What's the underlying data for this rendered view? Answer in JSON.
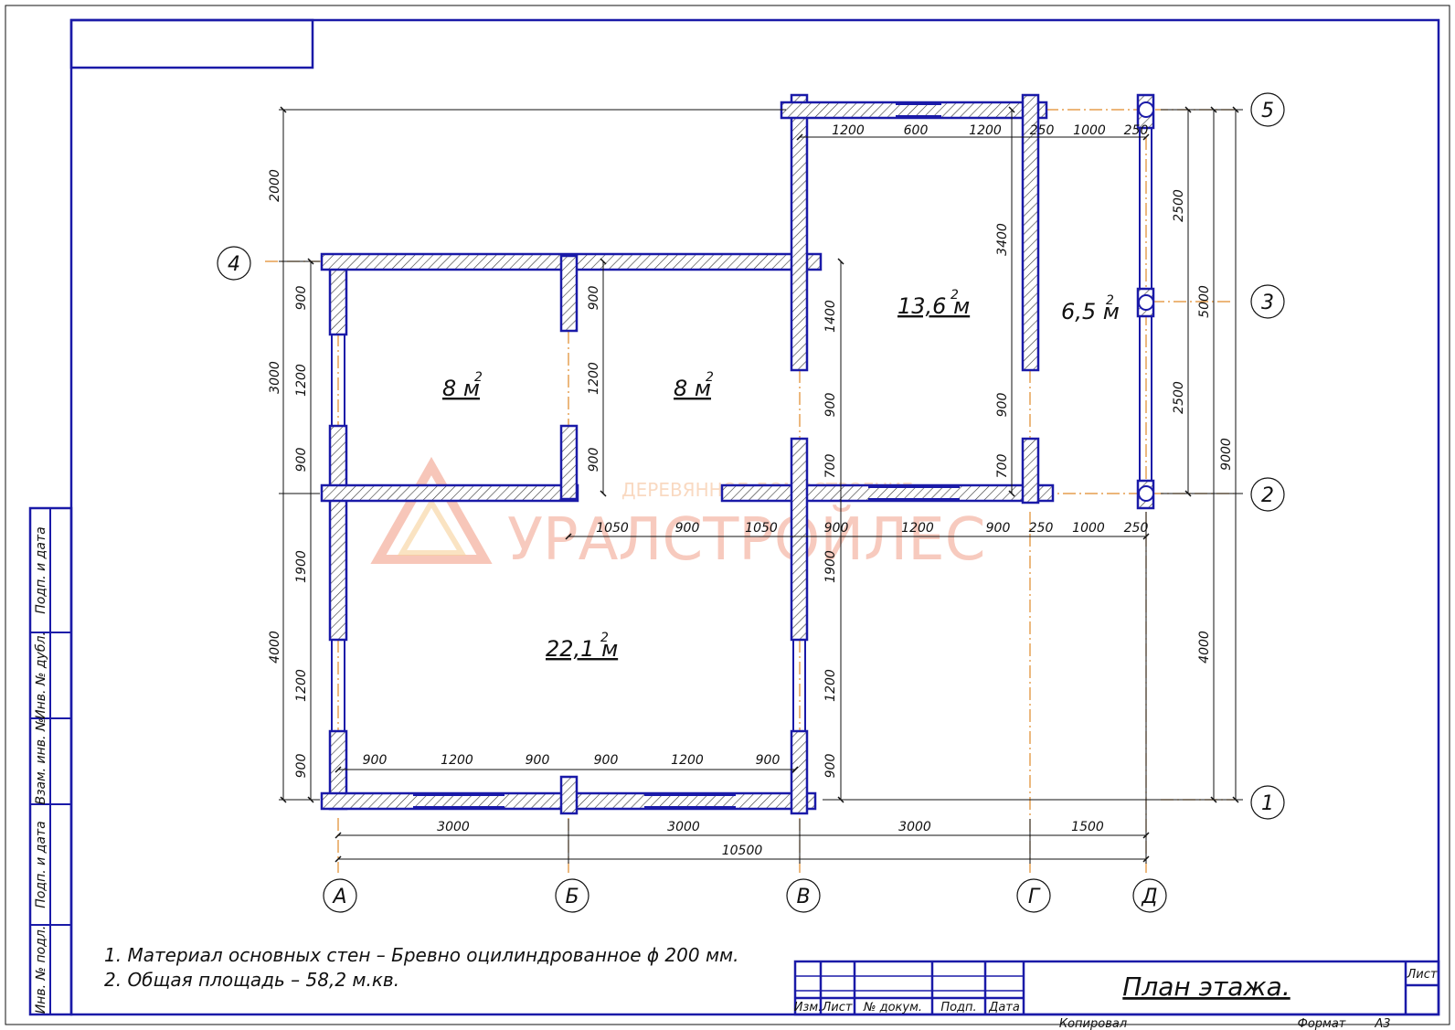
{
  "drawing": {
    "title": "План этажа.",
    "sheet_label": "Лист",
    "copied_label": "Копировал",
    "format_label": "Формат",
    "format_value": "А3"
  },
  "notes": [
    "1. Материал основных стен – Бревно оцилиндрованное ϕ 200 мм.",
    "2. Общая площадь – 58,2 м.кв."
  ],
  "title_block_headers": [
    "Изм.",
    "Лист",
    "№ докум.",
    "Подп.",
    "Дата"
  ],
  "side_stamps": [
    "Подп. и дата",
    "Инв. № дубл.",
    "Взам. инв. №",
    "Подп. и дата",
    "Инв. № подл."
  ],
  "axes_letters": [
    "А",
    "Б",
    "В",
    "Г",
    "Д"
  ],
  "axes_numbers": [
    "1",
    "2",
    "3",
    "4",
    "5"
  ],
  "rooms": [
    {
      "area": "8 м",
      "sup": "2"
    },
    {
      "area": "8 м",
      "sup": "2"
    },
    {
      "area": "13,6 м",
      "sup": "2"
    },
    {
      "area": "6,5 м",
      "sup": "2"
    },
    {
      "area": "22,1 м",
      "sup": "2"
    }
  ],
  "dimensions": {
    "bottom_spans": [
      "3000",
      "3000",
      "3000",
      "1500"
    ],
    "bottom_total": "10500",
    "bottom_openings": [
      "900",
      "1200",
      "900",
      "900",
      "1200",
      "900"
    ],
    "middle_chain": [
      "1050",
      "900",
      "1050",
      "900",
      "1200",
      "900",
      "250",
      "1000",
      "250"
    ],
    "top_chain": [
      "1200",
      "600",
      "1200",
      "250",
      "1000",
      "250"
    ],
    "left_outer": [
      "2000",
      "3000",
      "4000"
    ],
    "left_inner": [
      "900",
      "1200",
      "900",
      "1900",
      "1200",
      "900"
    ],
    "partition": [
      "900",
      "1200",
      "900"
    ],
    "axis_v_vertical": [
      "1400",
      "900",
      "700",
      "1900",
      "1200",
      "900"
    ],
    "axis_g_vertical": [
      "3400",
      "900",
      "700"
    ],
    "right_inner": [
      "2500",
      "2500"
    ],
    "right_mid": [
      "5000",
      "4000"
    ],
    "right_total": "9000"
  },
  "watermark": {
    "main": "УРАЛСТРОЙЛЕС",
    "sub": "ДЕРЕВЯННОЕ ДОМОСТРОЕНИЕ"
  },
  "colors": {
    "wall": "#1a1aa8",
    "axis": "#e08a2a",
    "line": "#111111"
  }
}
